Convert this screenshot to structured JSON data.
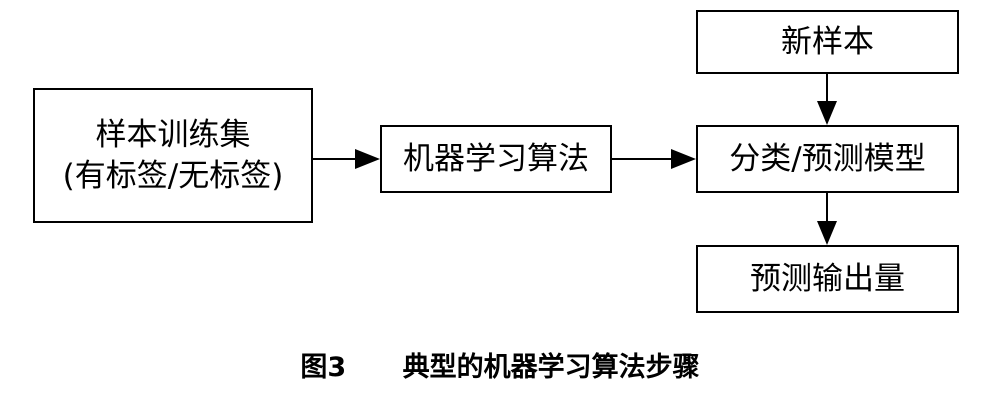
{
  "nodes": {
    "training_set": {
      "line1": "样本训练集",
      "line2": "(有标签/无标签)"
    },
    "algorithm": "机器学习算法",
    "new_sample": "新样本",
    "model": "分类/预测模型",
    "output": "预测输出量"
  },
  "caption": {
    "number": "图3",
    "title": "典型的机器学习算法步骤"
  }
}
